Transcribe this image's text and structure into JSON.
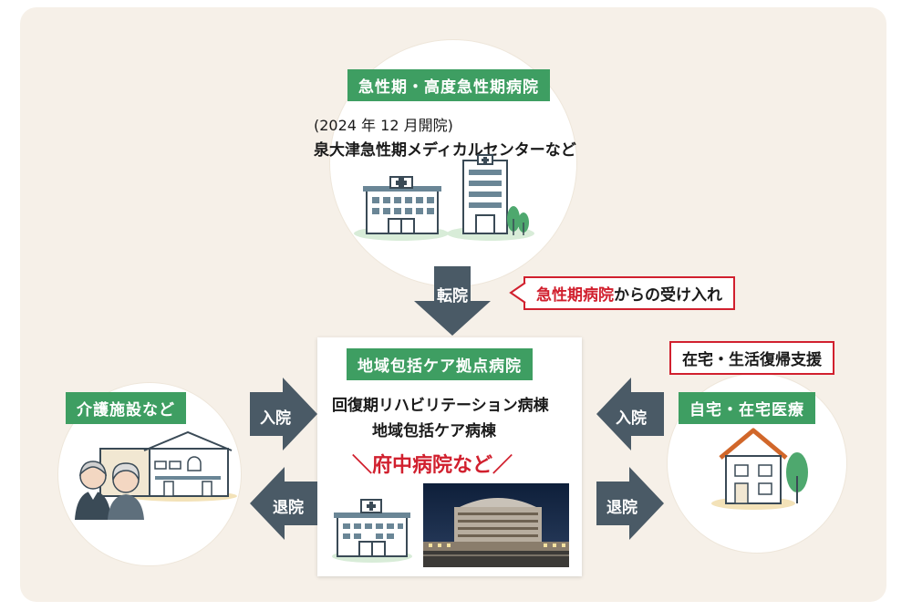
{
  "top": {
    "label": "急性期・高度急性期病院",
    "note": "(2024 年 12 月開院)",
    "desc": "泉大津急性期メディカルセンターなど"
  },
  "transfer": {
    "arrow_label": "転院",
    "tag_highlight": "急性期病院",
    "tag_rest": "からの受け入れ"
  },
  "center": {
    "label": "地域包括ケア拠点病院",
    "line1": "回復期リハビリテーション病棟",
    "line2": "地域包括ケア病棟",
    "hospital": "＼府中病院など／"
  },
  "left": {
    "label": "介護施設など",
    "admit": "入院",
    "discharge": "退院"
  },
  "right": {
    "label": "自宅・在宅医療",
    "tag": "在宅・生活復帰支援",
    "admit": "入院",
    "discharge": "退院"
  },
  "colors": {
    "green": "#3e9e62",
    "arrow": "#4a5a66",
    "red": "#d1202e",
    "panel": "#f6f0e8"
  }
}
